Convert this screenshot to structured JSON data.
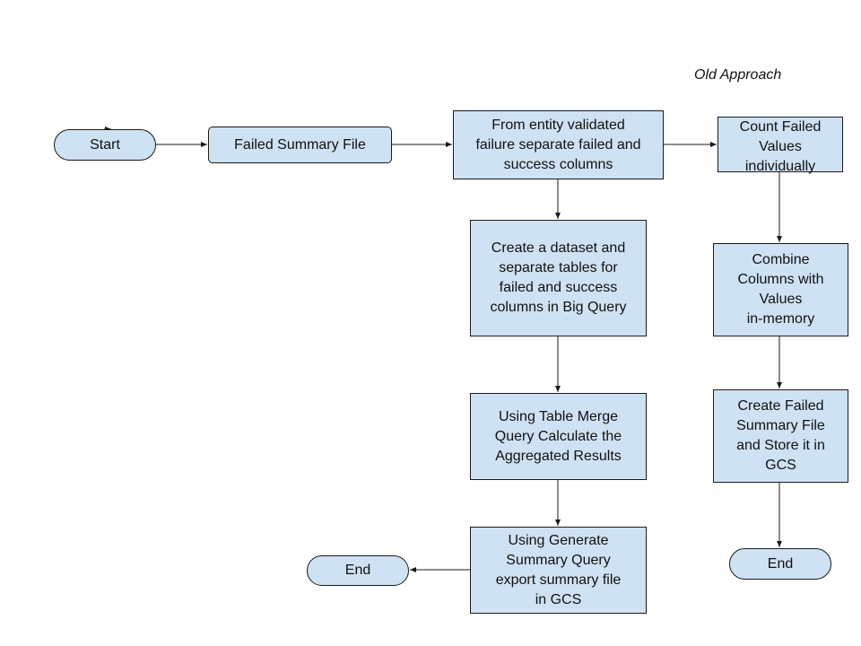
{
  "header": {
    "approach_label": "Old Approach"
  },
  "nodes": {
    "start": "Start",
    "failed_summary_file": "Failed Summary File",
    "separate_columns": "From entity validated\nfailure separate failed and\nsuccess columns",
    "count_failed": "Count Failed\nValues\nindividually",
    "create_dataset": "Create a dataset and\nseparate tables for\nfailed and success\ncolumns in Big Query",
    "combine_columns": "Combine\nColumns with\nValues\nin-memory",
    "table_merge": "Using Table Merge\nQuery Calculate the\nAggregated Results",
    "create_failed_summary": "Create Failed\nSummary File\nand Store it in\nGCS",
    "generate_summary": "Using Generate\nSummary Query\nexport summary file\nin GCS",
    "end_left": "End",
    "end_right": "End"
  },
  "colors": {
    "node_fill": "#cfe2f3",
    "node_stroke": "#1a1a1a",
    "connector": "#1a1a1a"
  }
}
